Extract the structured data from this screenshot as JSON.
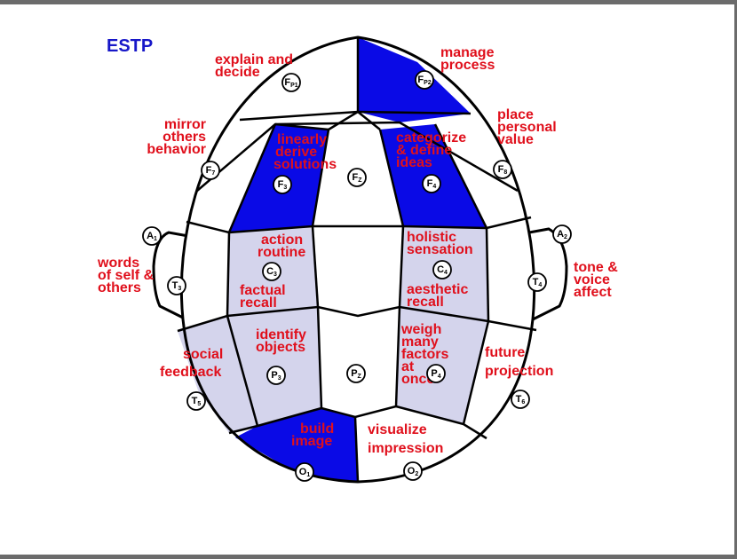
{
  "title": "ESTP",
  "colors": {
    "dark_blue": "#0a0ae6",
    "light_lavender": "#d4d4ec",
    "label_red": "#e0101c",
    "title_blue": "#1717c8"
  },
  "regions": {
    "fp1": {
      "lines": [
        "explain and",
        "decide"
      ],
      "fill": "white"
    },
    "fp2": {
      "lines": [
        "manage",
        "process"
      ],
      "fill": "dark_blue"
    },
    "f7": {
      "lines": [
        "mirror",
        "others",
        "behavior"
      ],
      "fill": "white"
    },
    "f3": {
      "lines": [
        "linearly",
        "derive",
        "solutions"
      ],
      "fill": "dark_blue"
    },
    "f4": {
      "lines": [
        "categorize",
        "& define",
        "ideas"
      ],
      "fill": "dark_blue"
    },
    "f8": {
      "lines": [
        "place",
        "personal",
        "value"
      ],
      "fill": "white"
    },
    "t3": {
      "lines": [
        "words",
        "of self &",
        "others"
      ],
      "fill": "white"
    },
    "c3_top": {
      "lines": [
        "action",
        "routine"
      ],
      "fill": "light_lavender"
    },
    "c3_bottom": {
      "lines": [
        "factual",
        "recall"
      ],
      "fill": "light_lavender"
    },
    "c4_top": {
      "lines": [
        "holistic",
        "sensation"
      ],
      "fill": "light_lavender"
    },
    "c4_bottom": {
      "lines": [
        "aesthetic",
        "recall"
      ],
      "fill": "light_lavender"
    },
    "t4": {
      "lines": [
        "tone &",
        "voice",
        "affect"
      ],
      "fill": "white"
    },
    "t5": {
      "lines": [
        "social",
        "feedback"
      ],
      "fill": "light_lavender"
    },
    "p3": {
      "lines": [
        "identify",
        "objects"
      ],
      "fill": "light_lavender"
    },
    "p4": {
      "lines": [
        "weigh",
        "many",
        "factors",
        "at",
        "once"
      ],
      "fill": "light_lavender"
    },
    "t6": {
      "lines": [
        "future",
        "projection"
      ],
      "fill": "white"
    },
    "o1": {
      "lines": [
        "build",
        "image"
      ],
      "fill": "dark_blue"
    },
    "o2": {
      "lines": [
        "visualize",
        "impression"
      ],
      "fill": "white"
    }
  },
  "electrodes": [
    {
      "main": "F",
      "sub": "P1"
    },
    {
      "main": "F",
      "sub": "P2"
    },
    {
      "main": "F",
      "sub": "7"
    },
    {
      "main": "F",
      "sub": "3"
    },
    {
      "main": "F",
      "sub": "Z"
    },
    {
      "main": "F",
      "sub": "4"
    },
    {
      "main": "F",
      "sub": "8"
    },
    {
      "main": "A",
      "sub": "1"
    },
    {
      "main": "A",
      "sub": "2"
    },
    {
      "main": "T",
      "sub": "3"
    },
    {
      "main": "C",
      "sub": "3"
    },
    {
      "main": "C",
      "sub": "4"
    },
    {
      "main": "T",
      "sub": "4"
    },
    {
      "main": "T",
      "sub": "5"
    },
    {
      "main": "P",
      "sub": "3"
    },
    {
      "main": "P",
      "sub": "Z"
    },
    {
      "main": "P",
      "sub": "4"
    },
    {
      "main": "T",
      "sub": "6"
    },
    {
      "main": "O",
      "sub": "1"
    },
    {
      "main": "O",
      "sub": "2"
    }
  ]
}
